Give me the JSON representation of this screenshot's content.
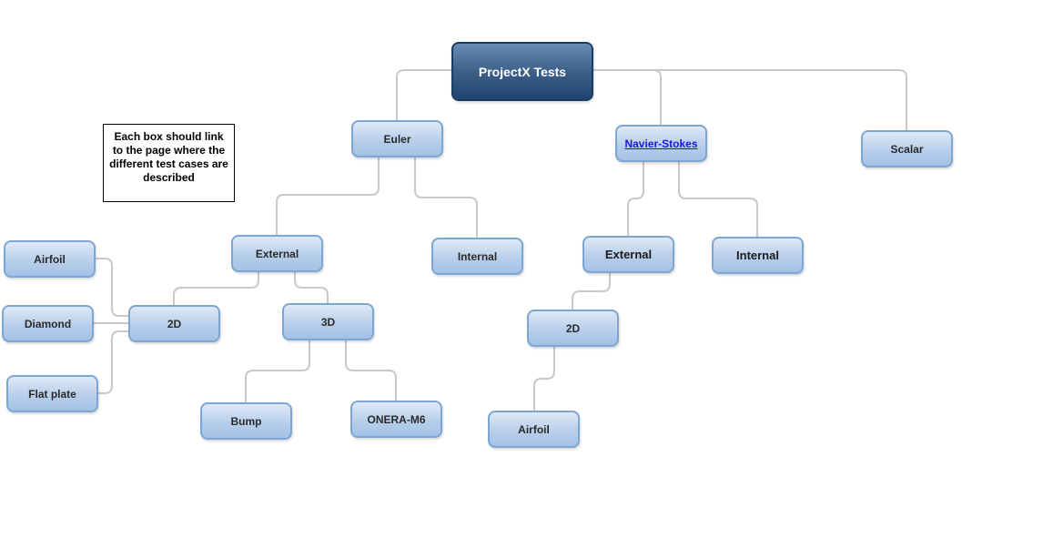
{
  "diagram": {
    "note": "Each box should link to the page where the different test cases are described",
    "nodes": {
      "root": "ProjectX Tests",
      "euler": "Euler",
      "navier_stokes": "Navier-Stokes",
      "scalar": "Scalar",
      "euler_external": "External",
      "euler_internal": "Internal",
      "ns_external": "External",
      "ns_internal": "Internal",
      "euler_2d": "2D",
      "euler_3d": "3D",
      "ns_2d": "2D",
      "airfoil": "Airfoil",
      "diamond": "Diamond",
      "flat_plate": "Flat plate",
      "bump": "Bump",
      "onera_m6": "ONERA-M6",
      "ns_airfoil": "Airfoil"
    },
    "colors": {
      "connector": "#c8c8c8",
      "node_border": "#7ea6d2",
      "root_fill": "#2f5481",
      "link_text": "#1a1adb"
    }
  }
}
